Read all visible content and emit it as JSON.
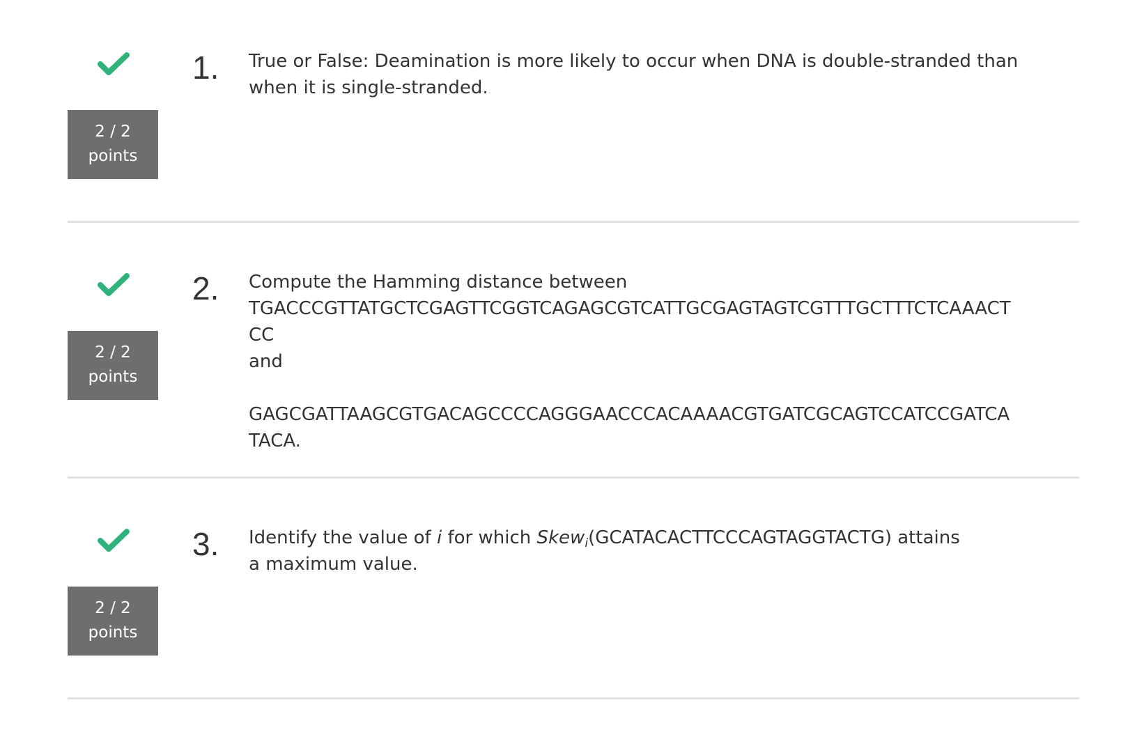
{
  "colors": {
    "check": "#2fb37a",
    "points_badge": "#6e6e6e",
    "divider": "#e1e1e1",
    "text": "#333333"
  },
  "questions": [
    {
      "number": "1.",
      "status_icon": "check-icon",
      "points_score": "2 / 2",
      "points_label": "points",
      "text": "True or False: Deamination is more likely to occur when DNA is double-stranded than when it is single-stranded."
    },
    {
      "number": "2.",
      "status_icon": "check-icon",
      "points_score": "2 / 2",
      "points_label": "points",
      "text_intro": "Compute the Hamming distance between",
      "sequence_1": "TGACCCGTTATGCTCGAGTTCGGTCAGAGCGTCATTGCGAGTAGTCGTTTGCTTTCTCAAACTCC",
      "text_and": "and",
      "sequence_2": "GAGCGATTAAGCGTGACAGCCCCAGGGAACCCACAAAACGTGATCGCAGTCCATCCGATCATACA."
    },
    {
      "number": "3.",
      "status_icon": "check-icon",
      "points_score": "2 / 2",
      "points_label": "points",
      "text_prefix": "Identify the value of",
      "variable": "i",
      "text_middle": "for which",
      "function_name": "Skew",
      "function_subscript": "i",
      "function_argument": "(GCATACACTTCCCAGTAGGTACTG) attains a maximum value."
    }
  ]
}
